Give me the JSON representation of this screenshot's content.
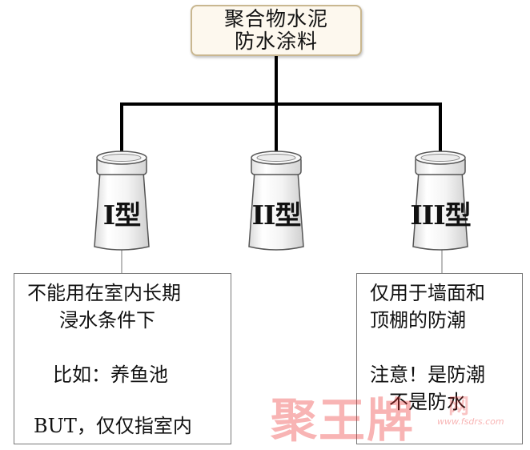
{
  "root": {
    "line1": "聚合物水泥",
    "line2": "防水涂料"
  },
  "types": [
    {
      "label": "I型"
    },
    {
      "label": "II型"
    },
    {
      "label": "III型"
    }
  ],
  "notes": {
    "type1": {
      "line1": "不能用在室内长期",
      "line2": "浸水条件下",
      "line3": "比如：养鱼池",
      "line4": "BUT，仅仅指室内"
    },
    "type3": {
      "line1": "仅用于墙面和",
      "line2": "顶棚的防潮",
      "line3": "注意！是防潮",
      "line4": "不是防水"
    }
  },
  "watermark": {
    "main": "聚王牌",
    "suffix": "网",
    "url": "www.fsdrs.com"
  }
}
